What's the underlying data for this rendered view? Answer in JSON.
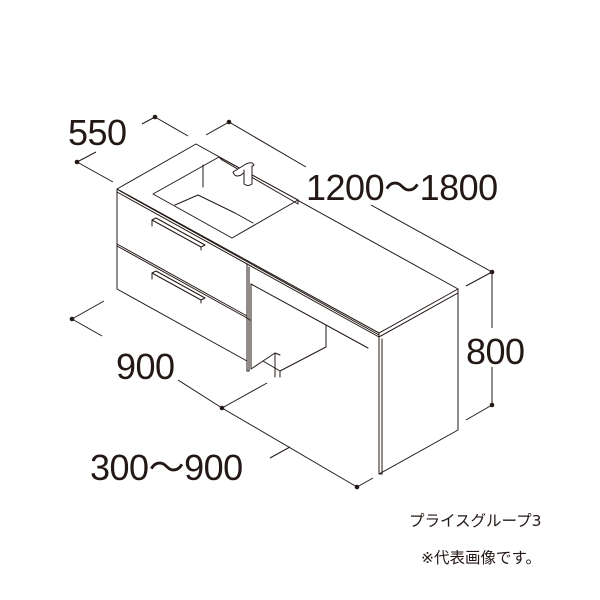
{
  "figure": {
    "type": "isometric dimension drawing",
    "subject": "washbasin vanity unit with two-drawer cabinet, countertop with integrated basin and faucet, and side panel"
  },
  "dimensions": {
    "depth": "550",
    "total_width": "1200〜1800",
    "height": "800",
    "cabinet_width": "900",
    "counter_extension": "300〜900"
  },
  "notes": {
    "price_group": "プライスグループ3",
    "representative_image": "※代表画像です。"
  },
  "colors": {
    "line": "#231815",
    "background": "#ffffff"
  }
}
